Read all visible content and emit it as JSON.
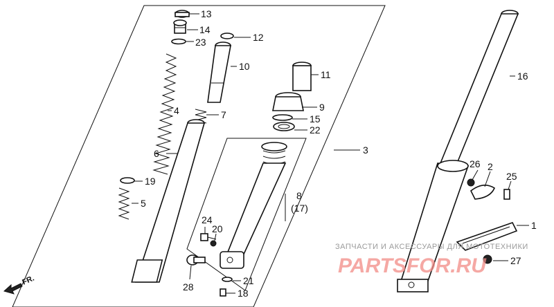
{
  "callouts": {
    "c13": "13",
    "c14": "14",
    "c23": "23",
    "c12": "12",
    "c10": "10",
    "c4": "4",
    "c7": "7",
    "c11": "11",
    "c9": "9",
    "c15": "15",
    "c22": "22",
    "c16": "16",
    "c3": "3",
    "c6": "6",
    "c19": "19",
    "c5": "5",
    "c26": "26",
    "c2": "2",
    "c25": "25",
    "c8": "8",
    "c17": "(17)",
    "c24": "24",
    "c20": "20",
    "c1": "1",
    "c27": "27",
    "c28": "28",
    "c21": "21",
    "c18": "18"
  },
  "front_marker": "FR.",
  "watermark": {
    "line1": "ЗАПЧАСТИ И АКСЕССУАРЫ ДЛЯ МОТОТЕХНИКИ",
    "line2": "PARTSFOR.RU"
  },
  "colors": {
    "watermark_red": "#f28b86",
    "ink": "#111111"
  }
}
